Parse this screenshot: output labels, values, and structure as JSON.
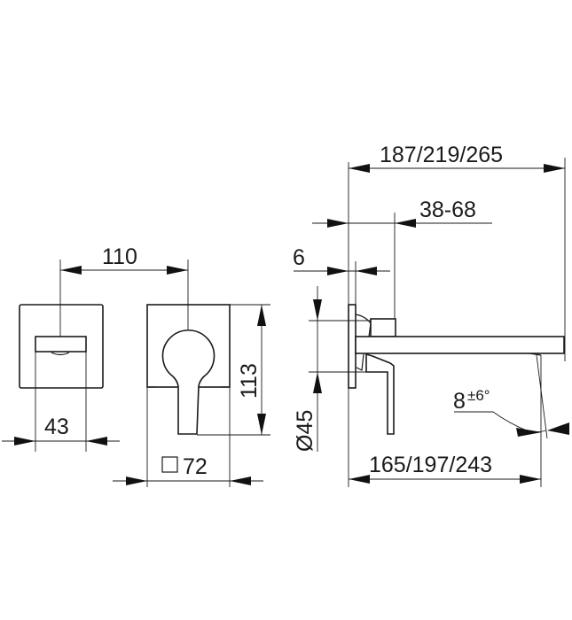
{
  "colors": {
    "line": "#1a1a1a",
    "background": "#ffffff"
  },
  "front_views": {
    "spacing": "110",
    "spout_view": {
      "width_label": "43"
    },
    "mixer_view": {
      "height_label": "113",
      "plate_label": "72",
      "plate_symbol": "square"
    }
  },
  "side_view": {
    "total_length": "187/219/265",
    "wall_depth": "38-68",
    "plate_thickness": "6",
    "diameter_label": "Ø45",
    "spout_reach": "165/197/243",
    "angle": {
      "value": "8",
      "tolerance": "±6°"
    }
  }
}
